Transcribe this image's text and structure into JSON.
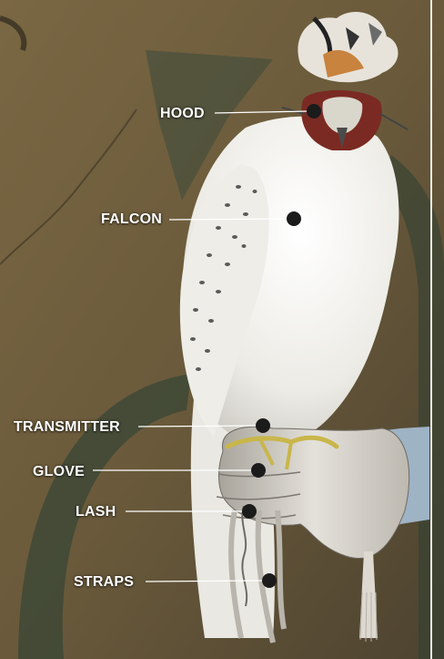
{
  "labels": {
    "hood": "HOOD",
    "falcon": "FALCON",
    "transmitter": "TRANSMITTER",
    "glove": "GLOVE",
    "lash": "LASH",
    "straps": "STRAPS"
  },
  "colors": {
    "background": "#6b5a3a",
    "label_text": "#ffffff",
    "leader_line": "#ffffff",
    "marker_dot": "#1b1b1b",
    "falcon_body": "#f2f1ec",
    "glove": "#d9d6cf",
    "jess_yellow": "#c9b64a"
  }
}
